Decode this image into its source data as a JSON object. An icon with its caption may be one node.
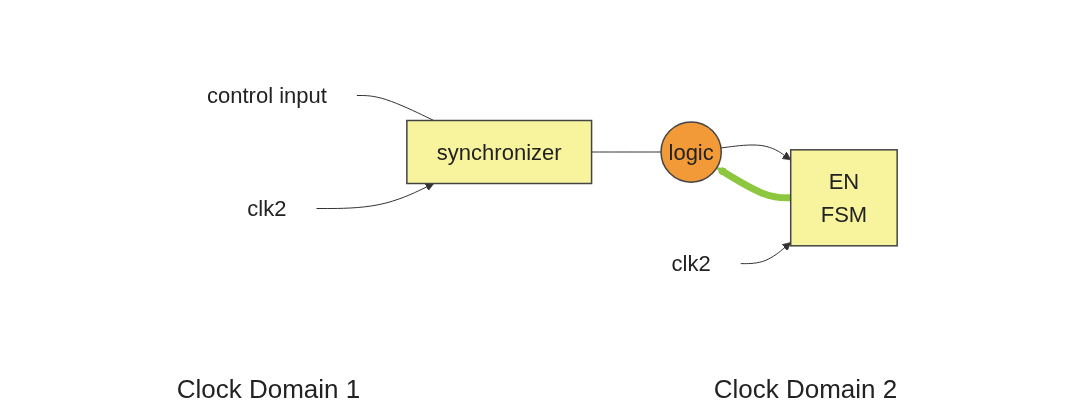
{
  "diagram": {
    "nodes": [
      {
        "text": [
          "control input"
        ]
      },
      {
        "text": [
          "synchronizer"
        ]
      },
      {
        "text": [
          "logic"
        ]
      },
      {
        "text": [
          "EN",
          "FSM"
        ]
      },
      {
        "text": [
          "clk2"
        ]
      },
      {
        "text": [
          "clk2"
        ]
      }
    ],
    "edges": [
      {
        "from": 0,
        "to": 1,
        "arrow": "none"
      },
      {
        "from": 4,
        "to": 1,
        "arrow": "to"
      },
      {
        "from": 1,
        "to": 2,
        "arrow": "none"
      },
      {
        "from": 2,
        "to": 3,
        "arrow": "to"
      },
      {
        "from": 5,
        "to": 3,
        "arrow": "to"
      },
      {
        "from": 3,
        "to": 2,
        "arrow": "to",
        "style": "thick",
        "color": "#8dc63f"
      }
    ],
    "labels": [
      "Clock Domain 1",
      "Clock Domain 2"
    ]
  }
}
